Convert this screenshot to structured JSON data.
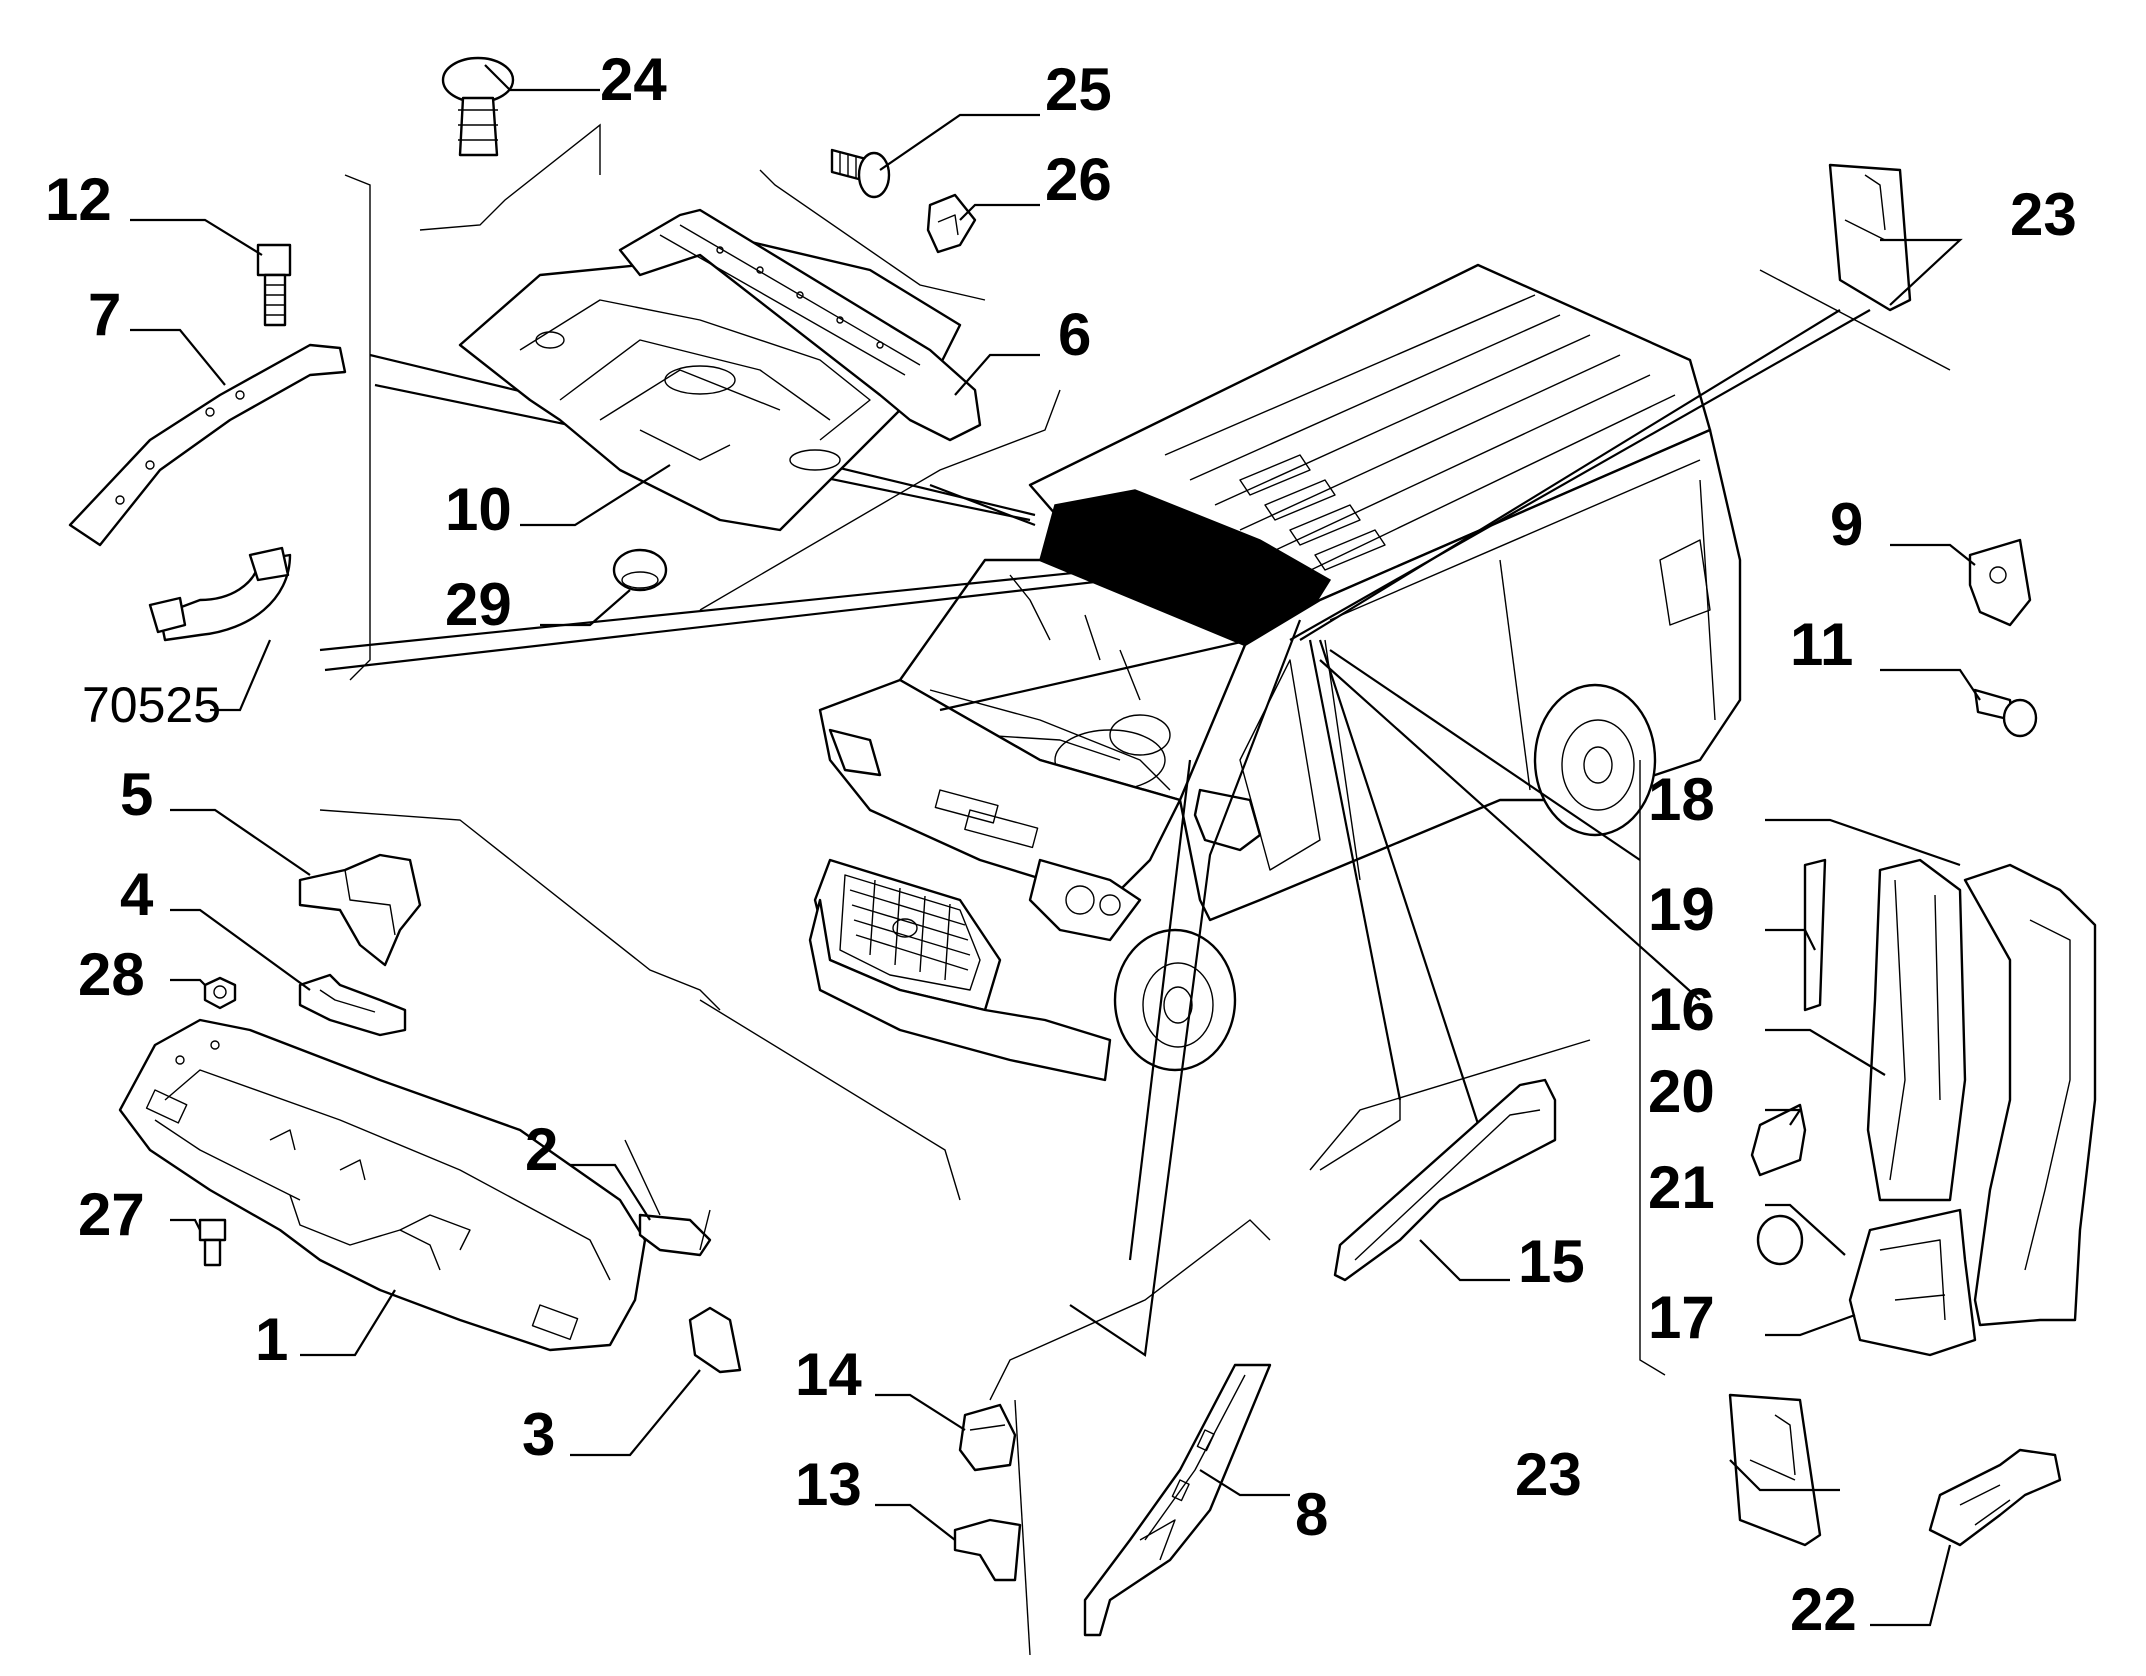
{
  "diagram": {
    "callouts": {
      "c1": "1",
      "c2": "2",
      "c3": "3",
      "c4": "4",
      "c5": "5",
      "c6": "6",
      "c7": "7",
      "c8": "8",
      "c9": "9",
      "c10": "10",
      "c11": "11",
      "c12": "12",
      "c13": "13",
      "c14": "14",
      "c15": "15",
      "c16": "16",
      "c17": "17",
      "c18": "18",
      "c19": "19",
      "c20": "20",
      "c21": "21",
      "c22": "22",
      "c23a": "23",
      "c23b": "23",
      "c24": "24",
      "c25": "25",
      "c26": "26",
      "c27": "27",
      "c28": "28",
      "c29": "29",
      "c70525": "70525"
    }
  }
}
